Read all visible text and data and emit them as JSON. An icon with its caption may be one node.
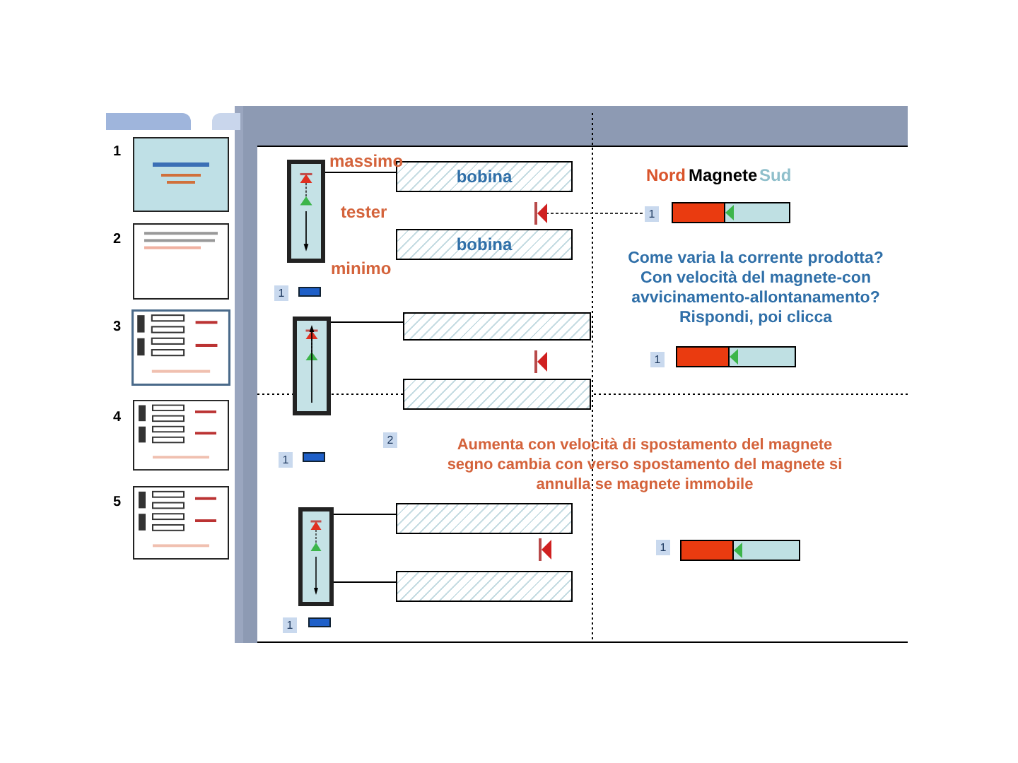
{
  "diagram": {
    "nodes": [
      {
        "text": [],
        "shape": "box"
      },
      {
        "text": [
          "bobina"
        ]
      },
      {
        "text": [
          "bobina"
        ]
      },
      {
        "text": [],
        "shape": "box"
      },
      {
        "text": [],
        "shape": "box"
      },
      {
        "text": [],
        "shape": "box"
      },
      {
        "text": [],
        "shape": "box"
      },
      {
        "text": [],
        "shape": "box"
      },
      {
        "text": [],
        "shape": "box"
      }
    ],
    "edges": [
      {
        "from": 0,
        "to": 1,
        "arrow": "none"
      },
      {
        "from": 3,
        "to": 4,
        "arrow": "none"
      },
      {
        "from": 6,
        "to": 7,
        "arrow": "none"
      },
      {
        "from": 6,
        "to": 8,
        "arrow": "none"
      }
    ],
    "labels": [
      "1",
      "2",
      "3",
      "4",
      "5",
      "massimo",
      "Nord",
      "Magnete",
      "Sud",
      "tester",
      "1",
      "minimo",
      "Come varia la corrente prodotta? Con velocità del magnete-con avvicinamento-allontanamento? Rispondi, poi clicca",
      "1",
      "1",
      "2",
      "Aumenta con velocità di spostamento del magnete segno cambia con verso spostamento del magnete si annulla se magnete immobile",
      "1",
      "1",
      "1"
    ]
  }
}
